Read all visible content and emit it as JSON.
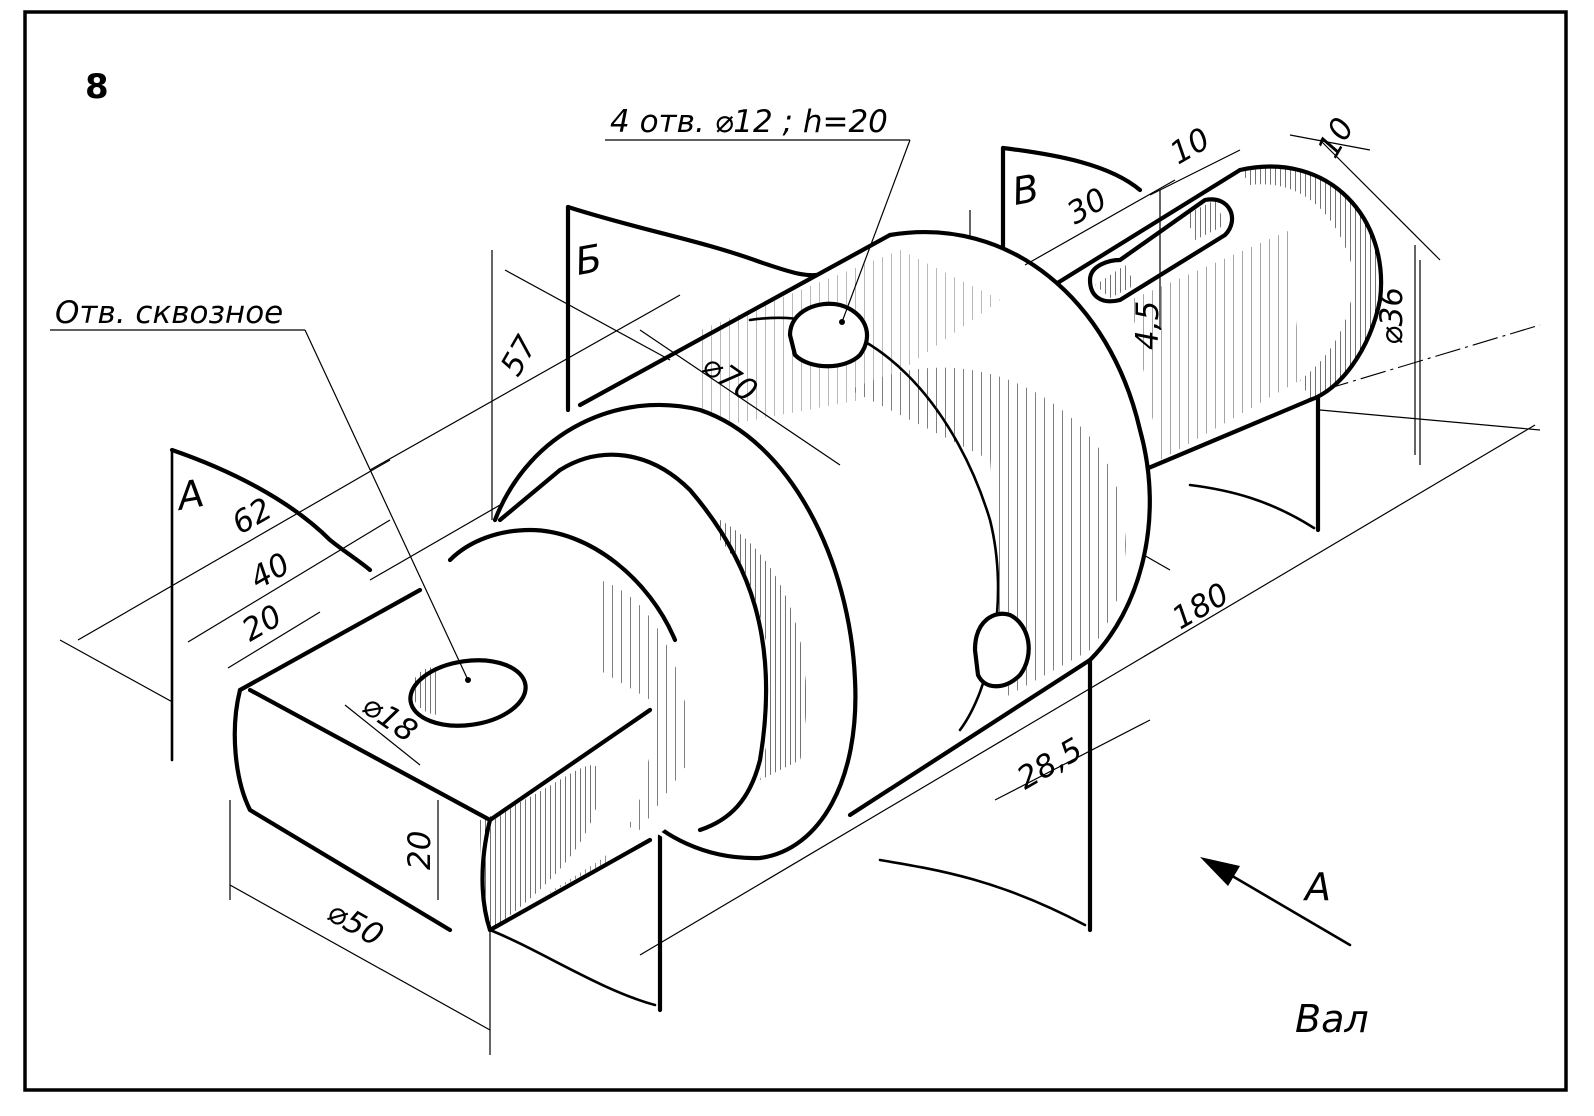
{
  "figure_number": "8",
  "title": "Вал",
  "view_arrow_label": "А",
  "planes": {
    "a": "А",
    "b": "Б",
    "v": "В"
  },
  "notes": {
    "through_hole": "Отв. сквозное",
    "four_holes": "4 отв. ⌀12 ; h=20"
  },
  "dimensions": {
    "d62": "62",
    "d40": "40",
    "d20_len": "20",
    "d57": "57",
    "d70": "⌀70",
    "d18": "⌀18",
    "d20_flat": "20",
    "d50": "⌀50",
    "d28_5": "28,5",
    "d180": "180",
    "d30": "30",
    "d10_a": "10",
    "d10_b": "10",
    "d4_5": "4,5",
    "d36": "⌀36"
  }
}
